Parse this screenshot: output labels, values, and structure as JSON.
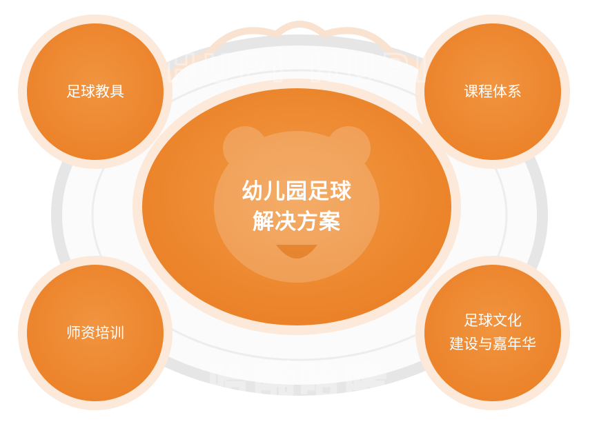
{
  "center": {
    "line1": "幼儿园足球",
    "line2": "解决方案"
  },
  "nodes": [
    {
      "id": "equipment",
      "line1": "足球教具",
      "line2": ""
    },
    {
      "id": "curriculum",
      "line1": "课程体系",
      "line2": ""
    },
    {
      "id": "training",
      "line1": "师资培训",
      "line2": ""
    },
    {
      "id": "culture",
      "line1": "足球文化",
      "line2": "建设与嘉年华"
    }
  ],
  "watermark": {
    "top_text": "HUPI HUPI",
    "bottom_text": "哈唏哈唏"
  },
  "colors": {
    "orange": "#ee8a2e",
    "orange_dark": "#e87f24",
    "ring": "#f6c39a",
    "watermark": "#e2e2e2"
  }
}
